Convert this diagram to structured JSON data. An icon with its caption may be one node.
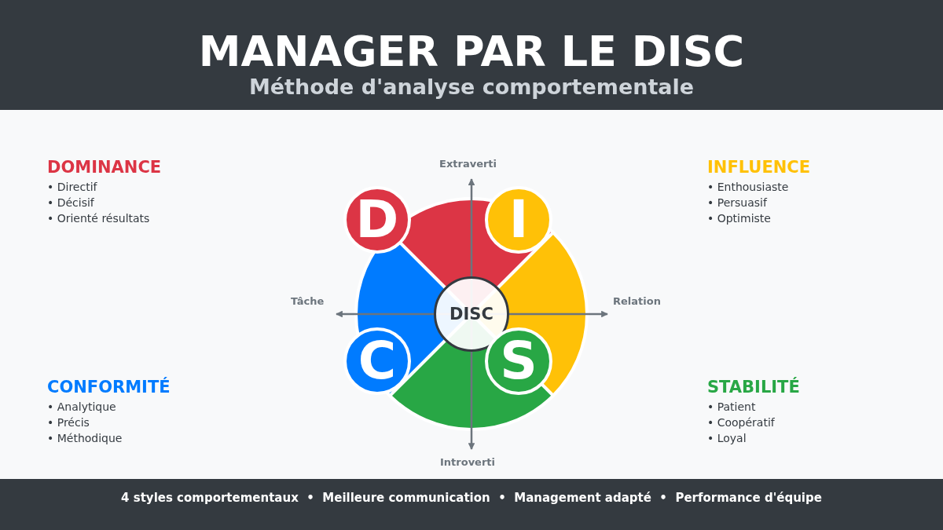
{
  "diagram": {
    "title": "MANAGER PAR LE DISC",
    "nodes": [
      {
        "text": [
          "DISC"
        ]
      },
      {
        "text": [
          "D"
        ]
      },
      {
        "text": [
          "I"
        ]
      },
      {
        "text": [
          "C"
        ]
      },
      {
        "text": [
          "S"
        ]
      },
      {
        "text": [
          "DOMINANCE",
          "• Directif",
          "• Décisif",
          "• Orienté résultats"
        ]
      },
      {
        "text": [
          "INFLUENCE",
          "• Enthousiaste",
          "• Persuasif",
          "• Optimiste"
        ]
      },
      {
        "text": [
          "CONFORMITÉ",
          "• Analytique",
          "• Précis",
          "• Méthodique"
        ]
      },
      {
        "text": [
          "STABILITÉ",
          "• Patient",
          "• Coopératif",
          "• Loyal"
        ]
      }
    ],
    "labels": [
      "Méthode d'analyse comportementale",
      "Extraverti",
      "Tâche",
      "Relation",
      "Introverti",
      "4 styles comportementaux  •  Meilleure communication  •  Management adapté  •  Performance d'équipe"
    ]
  }
}
